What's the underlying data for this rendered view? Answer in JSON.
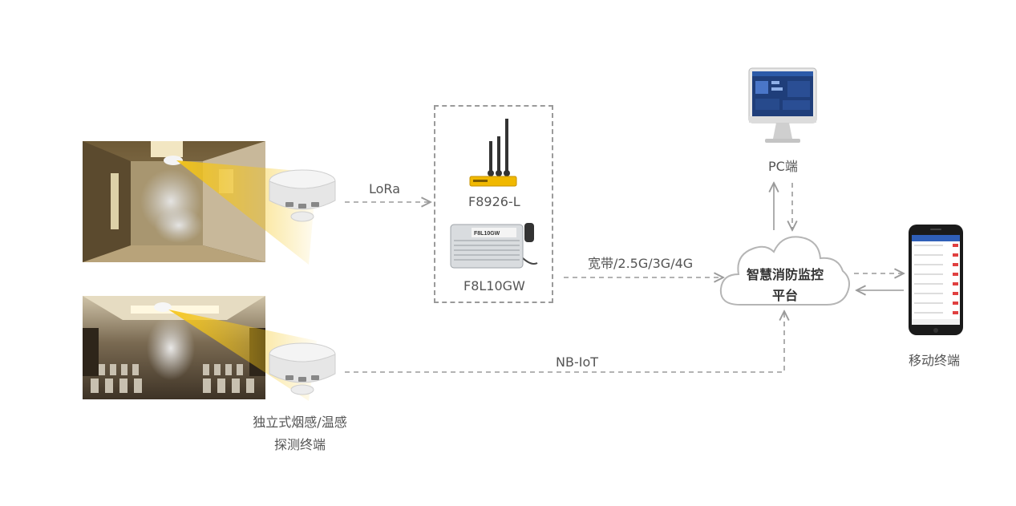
{
  "links": {
    "lora": "LoRa",
    "broadband": "宽带/2.5G/3G/4G",
    "nbiot": "NB-IoT"
  },
  "devices": {
    "router": "F8926-L",
    "gateway": "F8L10GW",
    "gateway_plate": "F8L10GW"
  },
  "platform": {
    "line1": "智慧消防监控",
    "line2": "平台"
  },
  "clients": {
    "pc": "PC端",
    "mobile": "移动终端"
  },
  "detector": {
    "line1": "独立式烟感/温感",
    "line2": "探测终端"
  },
  "colors": {
    "line": "#9a9a9a",
    "beam": "#f5c518",
    "cloud_stroke": "#b5b5b5",
    "phone_header": "#2f5fb8",
    "badge_red": "#e04040"
  },
  "icons": [
    "smoke-detector-icon",
    "router-icon",
    "lora-gateway-icon",
    "cloud-icon",
    "monitor-icon",
    "smartphone-icon"
  ]
}
